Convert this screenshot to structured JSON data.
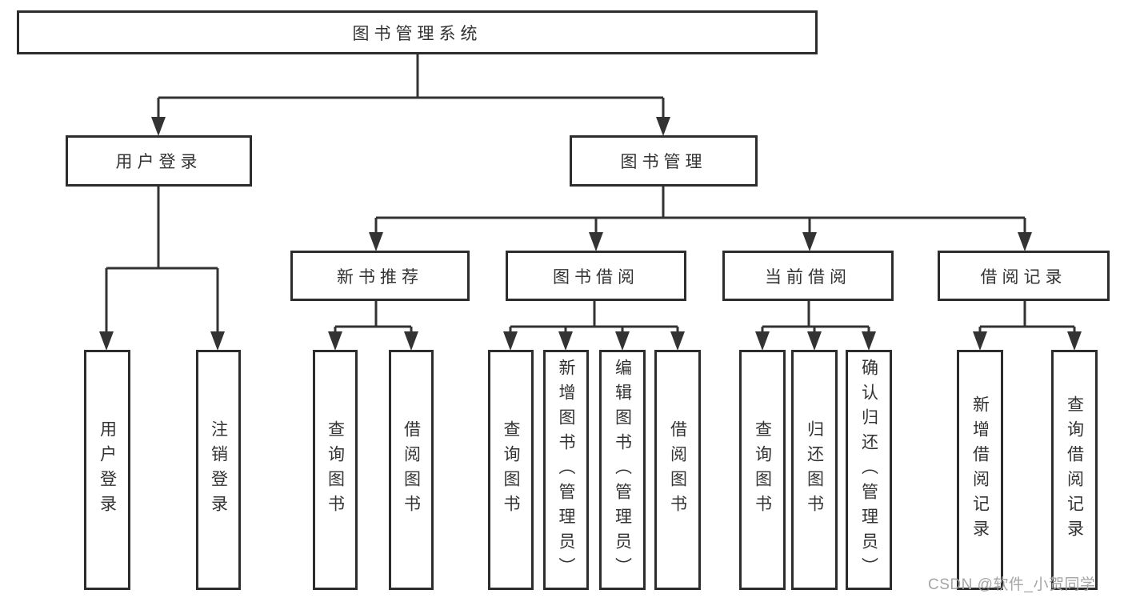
{
  "diagram": {
    "root": "图书管理系统",
    "branches": [
      {
        "label": "用户登录",
        "children": [
          {
            "label": "用户登录"
          },
          {
            "label": "注销登录"
          }
        ]
      },
      {
        "label": "图书管理",
        "children": [
          {
            "label": "新书推荐",
            "children": [
              {
                "label": "查询图书"
              },
              {
                "label": "借阅图书"
              }
            ]
          },
          {
            "label": "图书借阅",
            "children": [
              {
                "label": "查询图书"
              },
              {
                "label": "新增图书（管理员）"
              },
              {
                "label": "编辑图书（管理员）"
              },
              {
                "label": "借阅图书"
              }
            ]
          },
          {
            "label": "当前借阅",
            "children": [
              {
                "label": "查询图书"
              },
              {
                "label": "归还图书"
              },
              {
                "label": "确认归还（管理员）"
              }
            ]
          },
          {
            "label": "借阅记录",
            "children": [
              {
                "label": "新增借阅记录"
              },
              {
                "label": "查询借阅记录"
              }
            ]
          }
        ]
      }
    ]
  },
  "watermark": {
    "text": "CSDN @软件_小贺同学"
  },
  "colors": {
    "line": "#333333",
    "box_border": "#2d2d2d",
    "text": "#333333",
    "background": "#ffffff",
    "watermark": "#a5a5a5"
  }
}
